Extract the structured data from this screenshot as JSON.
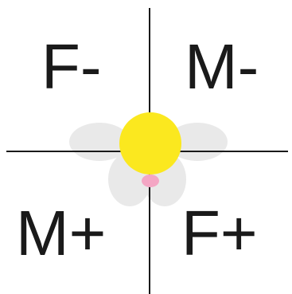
{
  "quadrants": {
    "top_left": "F-",
    "top_right": "M-",
    "bottom_left": "M+",
    "bottom_right": "F+"
  },
  "colors": {
    "axis": "#1a1a1a",
    "text": "#1a1a1a",
    "wing": "#e9e9e9",
    "head": "#fbe81f",
    "mouth": "#f4a6c4"
  }
}
